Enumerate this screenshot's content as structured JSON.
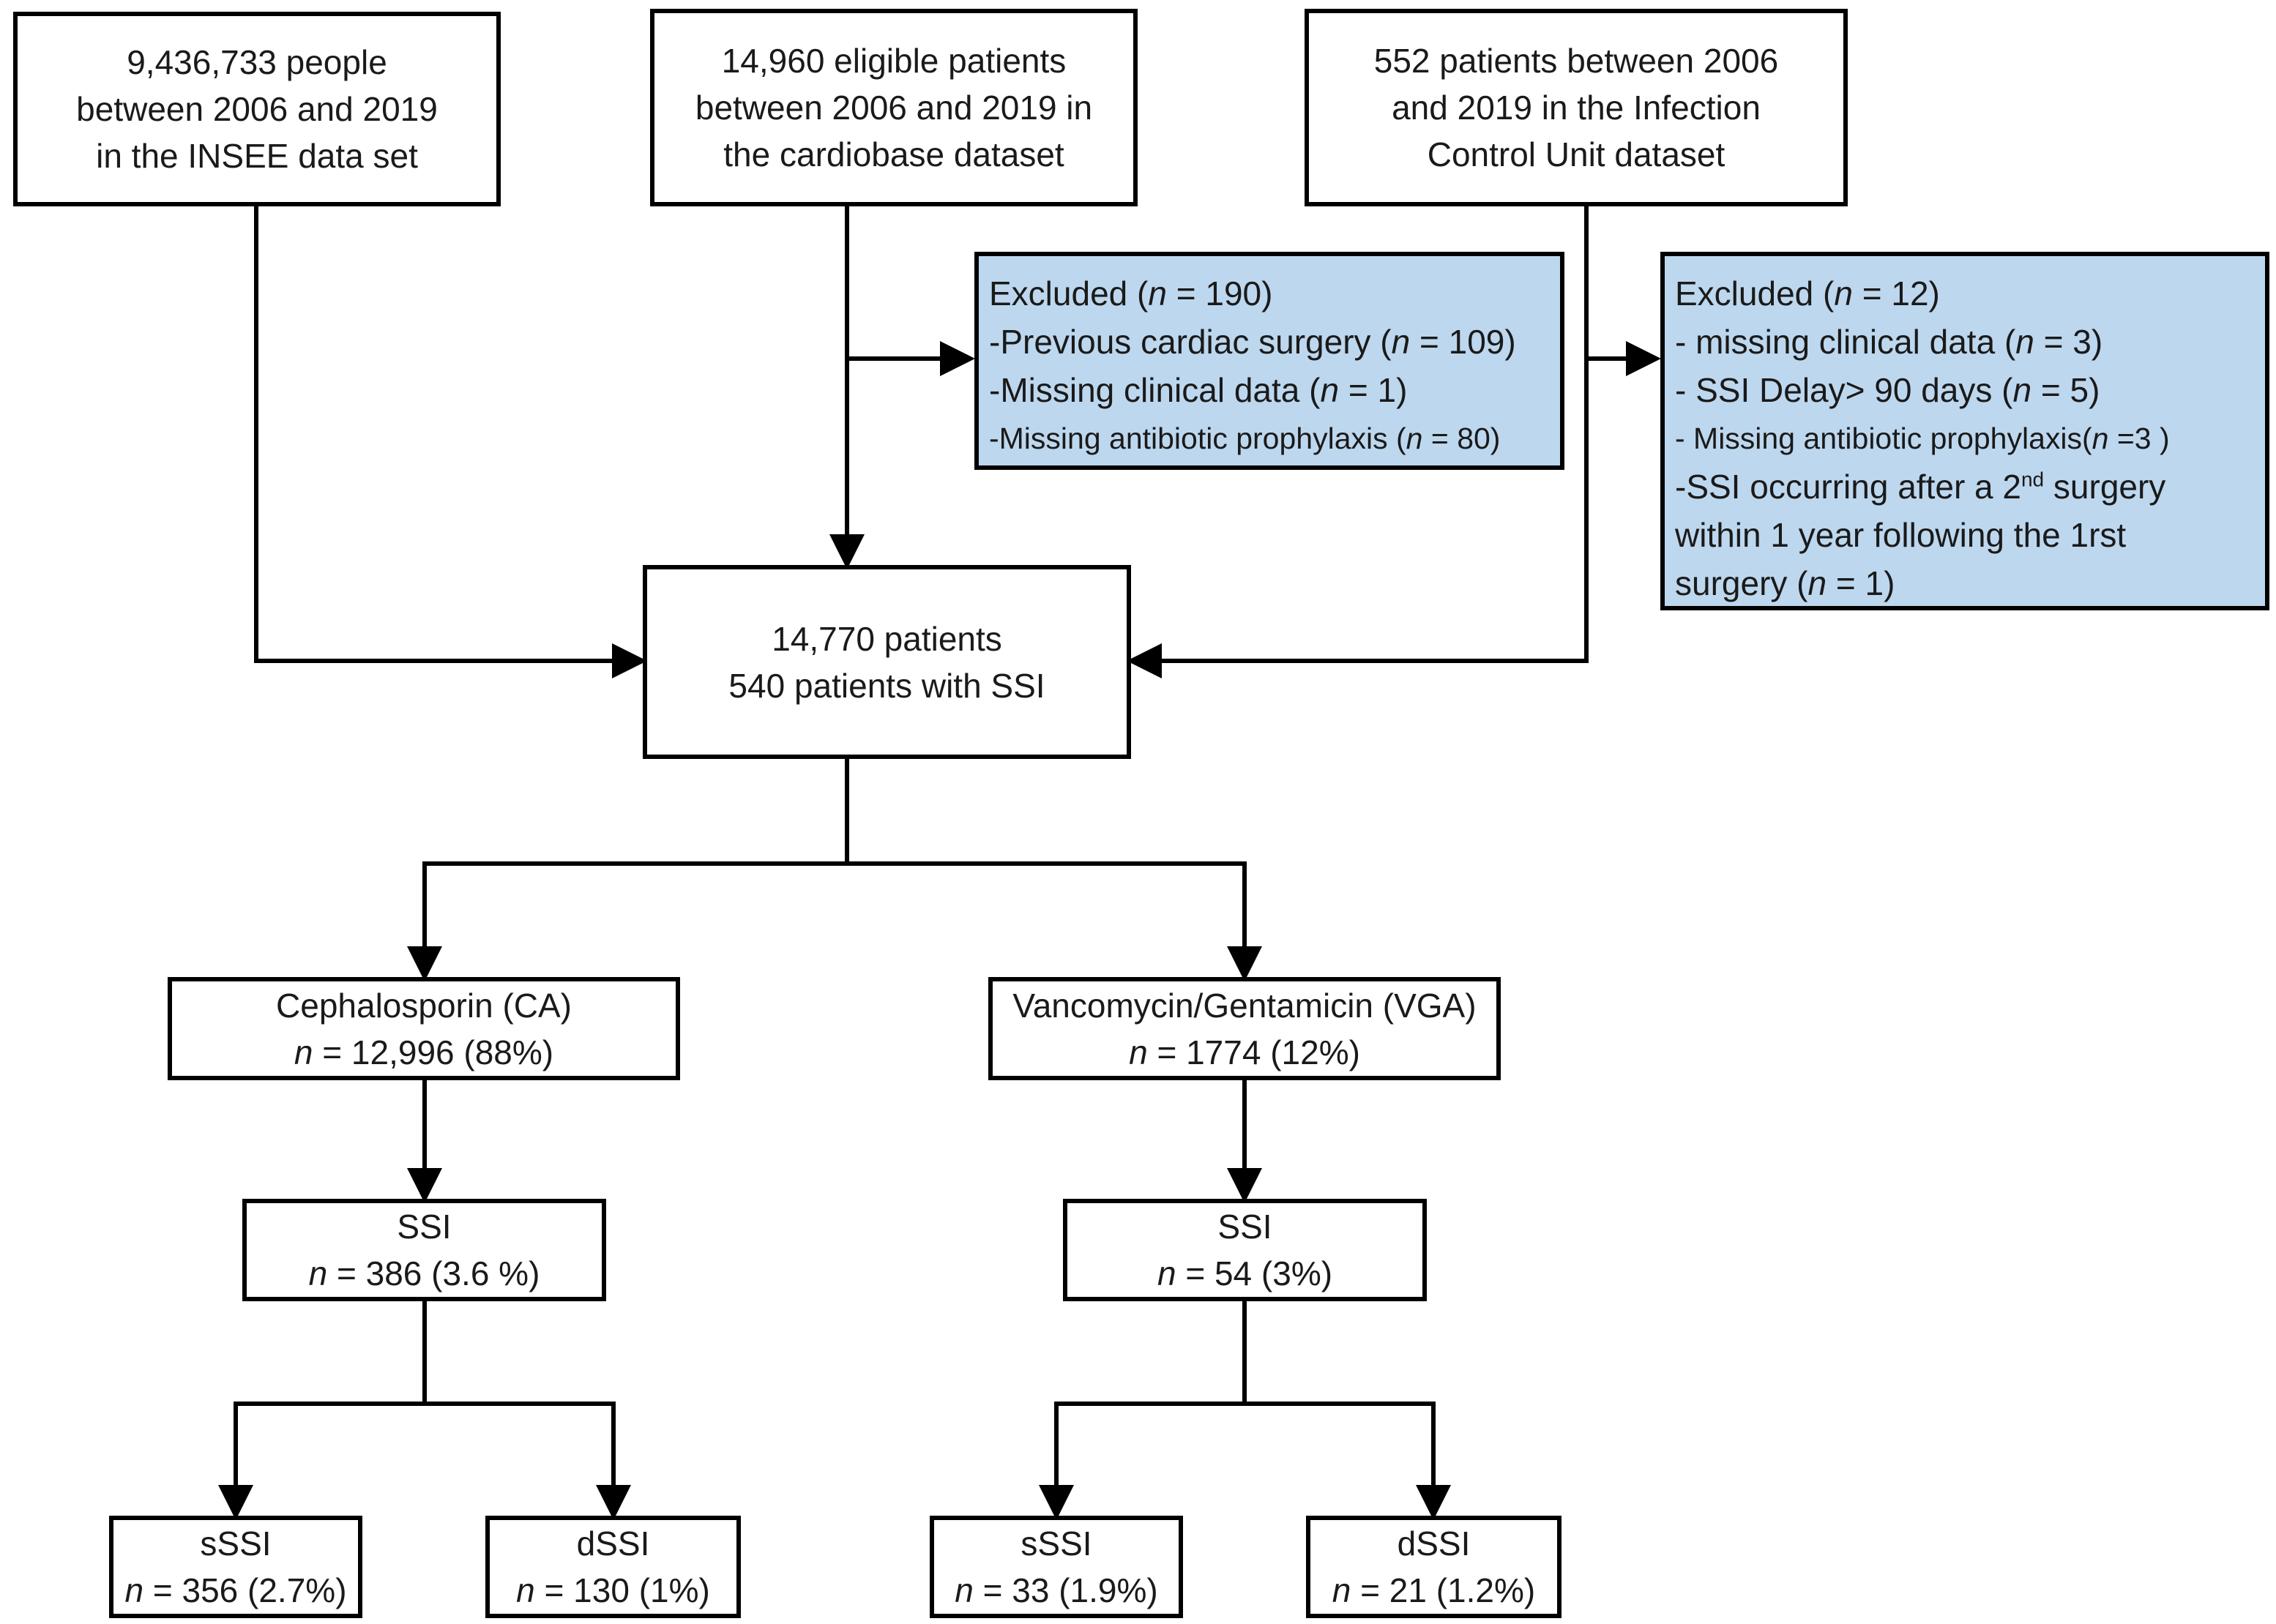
{
  "sources": {
    "insee": {
      "lines": [
        "9,436,733 people",
        "between 2006 and 2019",
        "in the INSEE data set"
      ]
    },
    "cardiobase": {
      "lines": [
        "14,960 eligible patients",
        "between 2006 and 2019 in",
        "the cardiobase dataset"
      ]
    },
    "icu": {
      "lines": [
        "552 patients between 2006",
        "and 2019 in the Infection",
        "Control Unit  dataset"
      ]
    }
  },
  "exclusion_cardiobase": {
    "title": {
      "pre": "Excluded (",
      "n": "n",
      "post": " = 190)"
    },
    "items": [
      {
        "pre": "-Previous cardiac surgery (",
        "n": "n",
        "post": " = 109)"
      },
      {
        "pre": "-Missing clinical data (",
        "n": "n",
        "post": " = 1)"
      },
      {
        "pre": "-Missing antibiotic prophylaxis (",
        "n": "n",
        "post": " = 80)"
      }
    ]
  },
  "exclusion_icu": {
    "title": {
      "pre": "Excluded (",
      "n": "n",
      "post": " = 12)"
    },
    "items": [
      {
        "pre": "- missing clinical data (",
        "n": "n",
        "post": " = 3)"
      },
      {
        "pre": "- SSI Delay> 90 days (",
        "n": "n",
        "post": " = 5)"
      },
      {
        "pre": "- Missing antibiotic prophylaxis(",
        "n": "n",
        "post": " =3 )"
      }
    ],
    "last_item": {
      "line1_pre": "-SSI occurring after a 2",
      "line1_sup": "nd",
      "line1_post": " surgery",
      "line2": "within 1 year following the 1rst",
      "line3_pre": "surgery (",
      "line3_n": "n",
      "line3_post": " = 1)"
    }
  },
  "merged": {
    "lines": [
      "14,770 patients",
      "540 patients with SSI"
    ]
  },
  "groups": {
    "ca": {
      "label": "Cephalosporin (CA)",
      "n": "n",
      "count": " = 12,996 (88%)",
      "ssi": {
        "label": "SSI",
        "n": "n",
        "count": " = 386 (3.6 %)"
      },
      "sssi": {
        "label": "sSSI",
        "n": "n",
        "count": " = 356 (2.7%)"
      },
      "dssi": {
        "label": "dSSI",
        "n": "n",
        "count": " = 130 (1%)"
      }
    },
    "vga": {
      "label": "Vancomycin/Gentamicin (VGA)",
      "n": "n",
      "count": " = 1774 (12%)",
      "ssi": {
        "label": "SSI",
        "n": "n",
        "count": " = 54 (3%)"
      },
      "sssi": {
        "label": "sSSI",
        "n": "n",
        "count": " = 33 (1.9%)"
      },
      "dssi": {
        "label": "dSSI",
        "n": "n",
        "count": " = 21 (1.2%)"
      }
    }
  }
}
